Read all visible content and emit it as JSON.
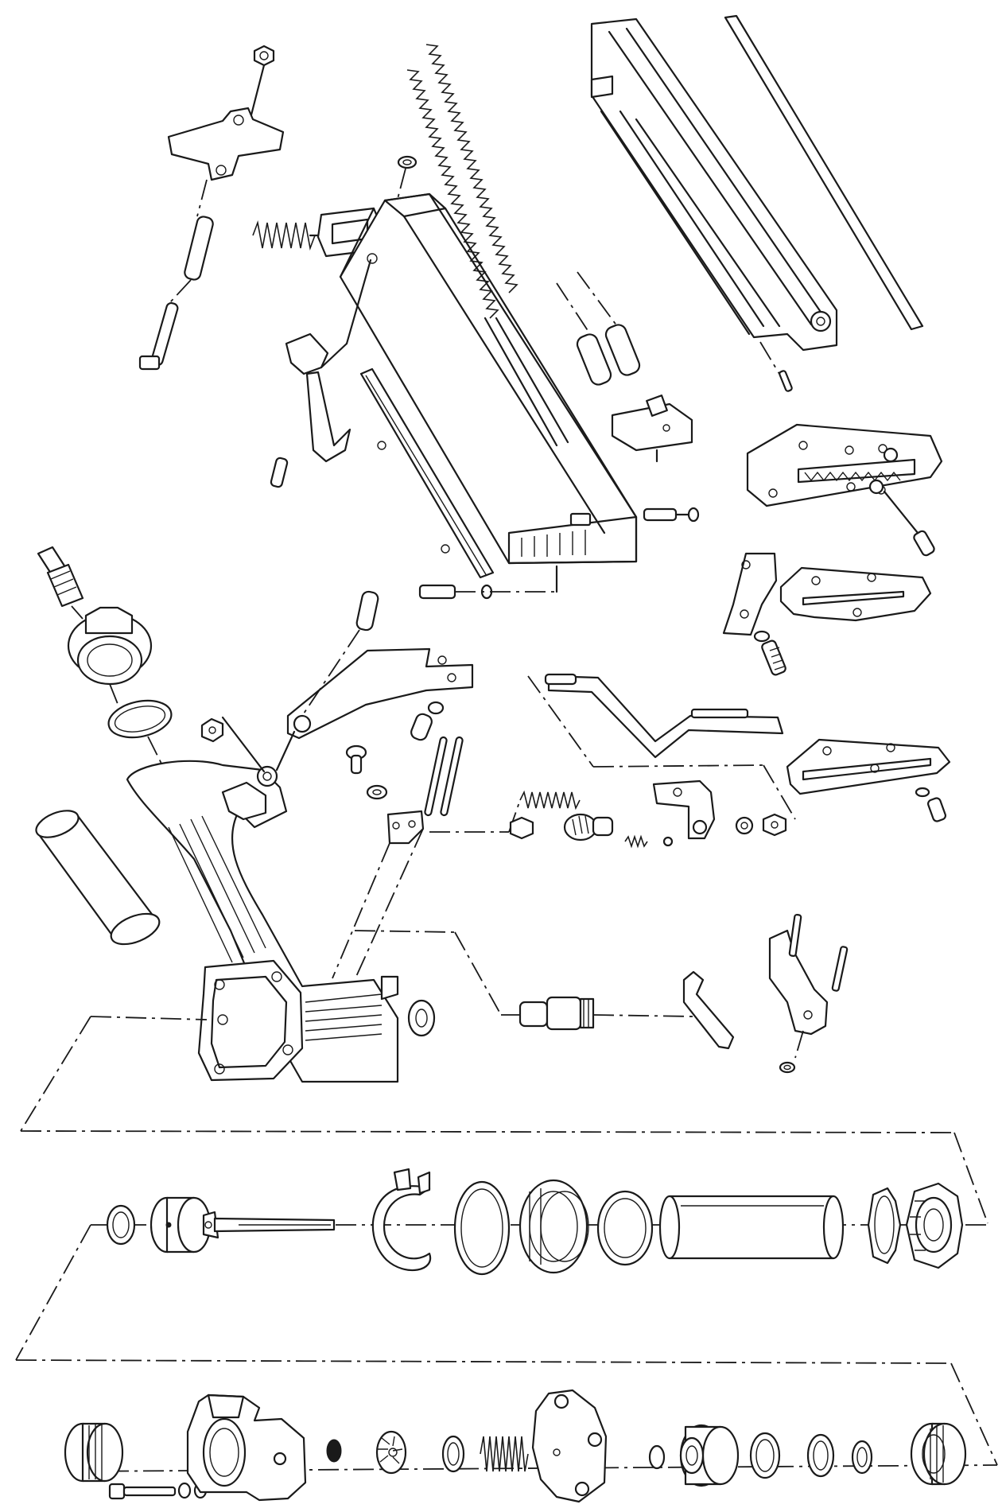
{
  "diagram": {
    "kind": "exploded-parts-drawing",
    "colors": {
      "line": "#1a1a1a",
      "background": "#ffffff"
    },
    "groups": [
      "magazine-assembly",
      "handle-and-trigger-assembly",
      "cylinder-assembly",
      "head-valve-assembly"
    ]
  }
}
